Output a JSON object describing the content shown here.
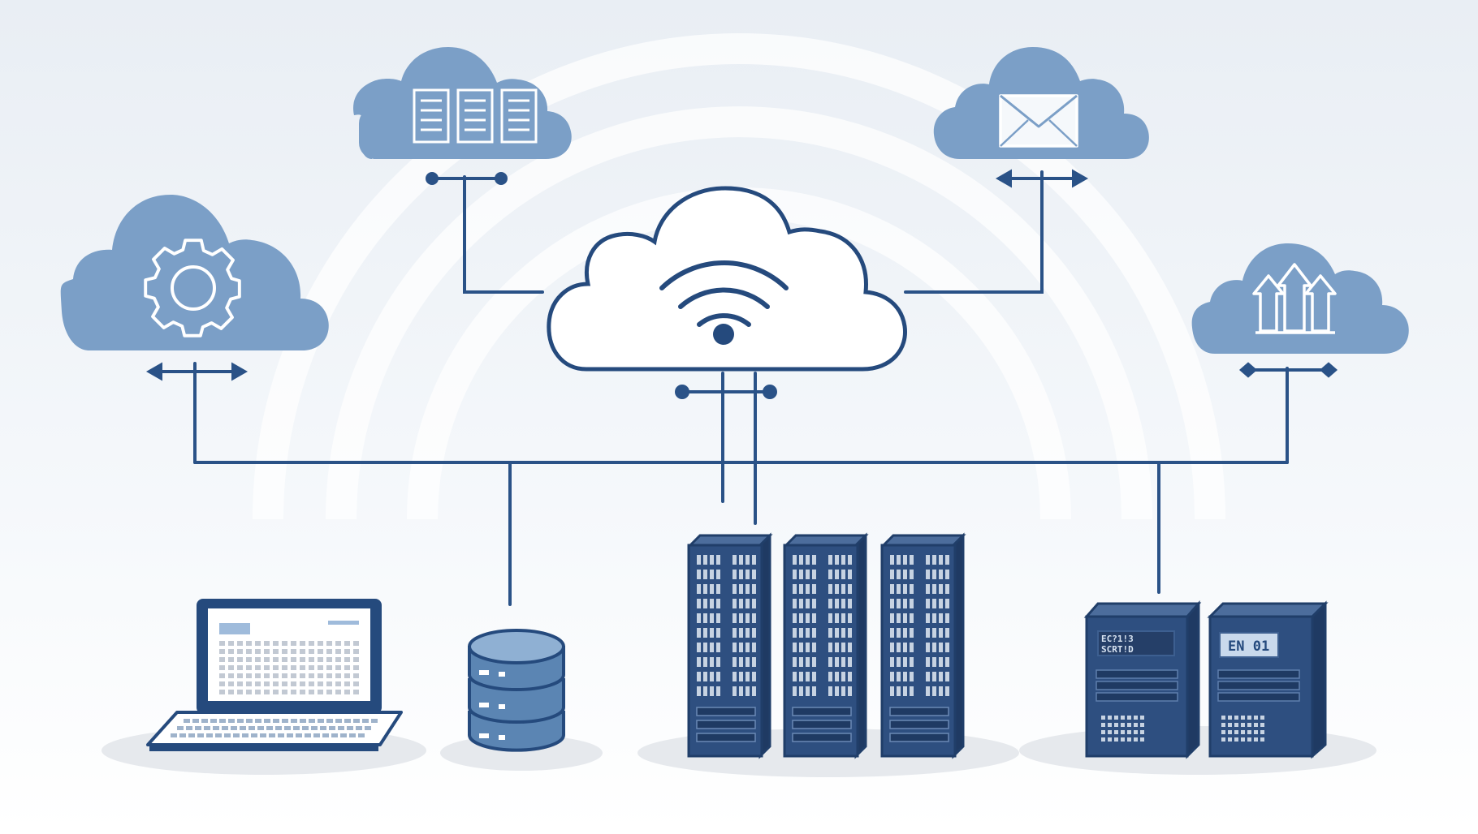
{
  "colors": {
    "navy": "#254a7d",
    "cloud_fill": "#7b9fc7",
    "rack_fill": "#2e4f80",
    "rack_light": "#4c6d9c",
    "line": "#2a5287",
    "white": "#ffffff",
    "shadow": "#e8ebef",
    "bg_top": "#eef2f6",
    "db_fill": "#5b85b3"
  },
  "icons": {
    "central_cloud": "wifi-icon",
    "cloud_top_left": "documents-icon",
    "cloud_left": "gear-icon",
    "cloud_top_right": "envelope-icon",
    "cloud_right": "upload-arrows-icon"
  },
  "labels": {
    "server_left_label_line1": "EC?1!3",
    "server_left_label_line2": "SCRT!D",
    "server_right_label": "EN 01"
  }
}
